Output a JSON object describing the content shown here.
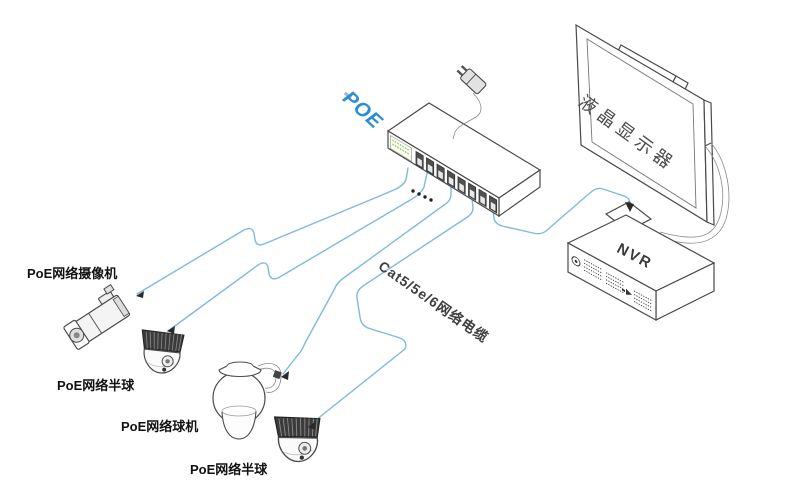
{
  "diagram": {
    "poe_switch_label": "POE",
    "cable_type_label": "Cat5/5e/6网络电缆",
    "monitor_label": "液晶显示器",
    "nvr_label": "NVR",
    "cameras": {
      "bullet": "PoE网络摄像机",
      "dome_1": "PoE网络半球",
      "speed_dome": "PoE网络球机",
      "dome_2": "PoE网络半球"
    },
    "colors": {
      "cable": "#7fbade",
      "poe_text": "#2a8fd2",
      "outline": "#4a4a4a"
    }
  }
}
